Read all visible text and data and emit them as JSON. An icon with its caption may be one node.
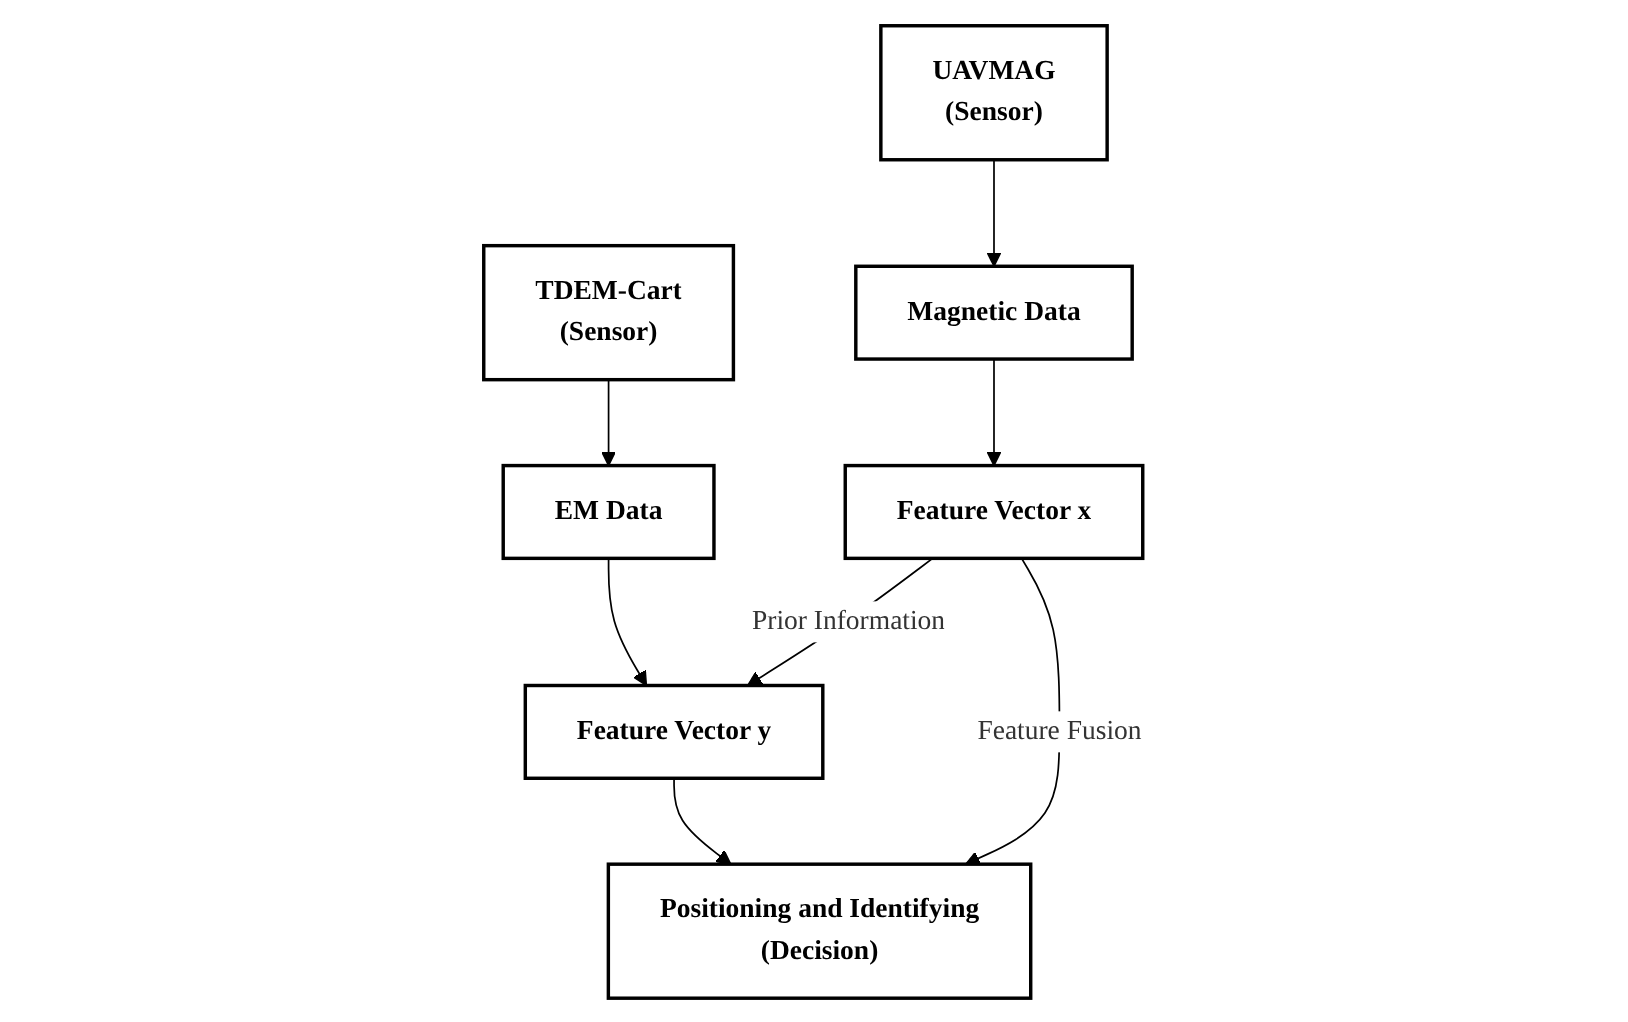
{
  "diagram": {
    "nodes": [
      {
        "text": [
          "UAVMAG",
          "(Sensor)"
        ]
      },
      {
        "text": [
          "TDEM-Cart",
          "(Sensor)"
        ]
      },
      {
        "text": [
          "Magnetic Data"
        ]
      },
      {
        "text": [
          "EM Data"
        ]
      },
      {
        "text": [
          "Feature Vector x"
        ]
      },
      {
        "text": [
          "Feature Vector y"
        ]
      },
      {
        "text": [
          "Positioning and Identifying",
          "(Decision)"
        ]
      }
    ],
    "edges": [
      {
        "from": 0,
        "to": 2,
        "arrow": "to"
      },
      {
        "from": 1,
        "to": 3,
        "arrow": "to"
      },
      {
        "from": 2,
        "to": 4,
        "arrow": "to"
      },
      {
        "from": 3,
        "to": 5,
        "arrow": "to"
      },
      {
        "from": 4,
        "to": 5,
        "arrow": "to",
        "label": "Prior Information"
      },
      {
        "from": 4,
        "to": 6,
        "arrow": "to",
        "label": "Feature Fusion"
      },
      {
        "from": 5,
        "to": 6,
        "arrow": "to"
      }
    ]
  }
}
